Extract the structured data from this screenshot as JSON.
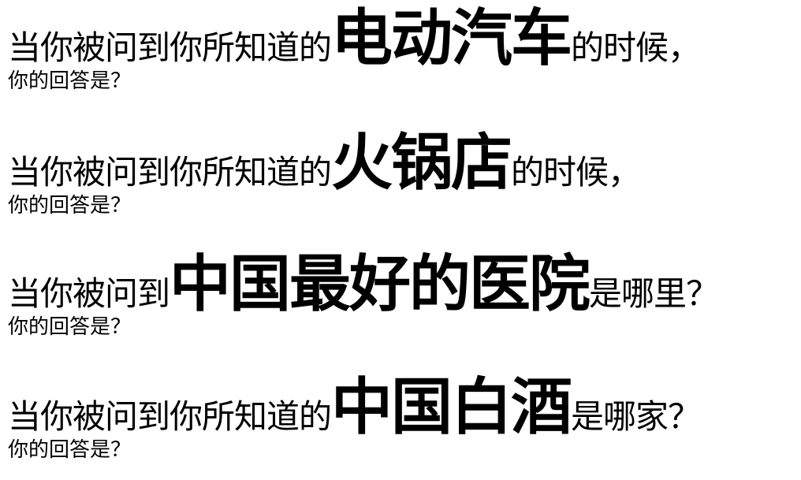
{
  "questions": [
    {
      "prefix": "当你被问到你所知道的",
      "highlight": "电动汽车",
      "suffix": "的时候，",
      "followup": "你的回答是？"
    },
    {
      "prefix": "当你被问到你所知道的",
      "highlight": "火锅店",
      "suffix": "的时候，",
      "followup": "你的回答是？"
    },
    {
      "prefix": "当你被问到",
      "highlight": "中国最好的医院",
      "suffix": "是哪里？",
      "followup": "你的回答是？"
    },
    {
      "prefix": "当你被问到你所知道的",
      "highlight": "中国白酒",
      "suffix": "是哪家？",
      "followup": "你的回答是？"
    }
  ]
}
